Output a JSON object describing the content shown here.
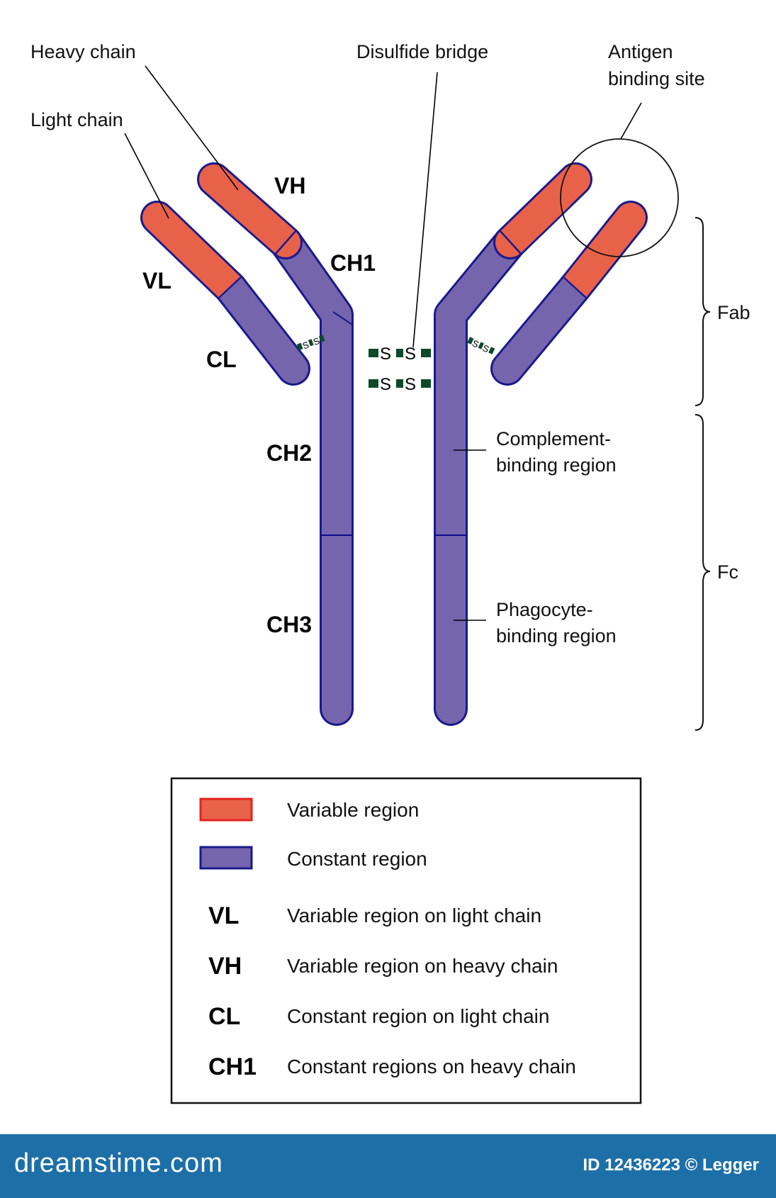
{
  "labels": {
    "heavy_chain": "Heavy chain",
    "light_chain": "Light chain",
    "disulfide_bridge": "Disulfide bridge",
    "antigen_line1": "Antigen",
    "antigen_line2": "binding site",
    "fab": "Fab",
    "fc": "Fc",
    "complement_line1": "Complement-",
    "complement_line2": "binding region",
    "phagocyte_line1": "Phagocyte-",
    "phagocyte_line2": "binding region"
  },
  "segments": {
    "vh": "VH",
    "vl": "VL",
    "ch1": "CH1",
    "cl": "CL",
    "ch2": "CH2",
    "ch3": "CH3"
  },
  "bonds": {
    "sulfur": "S"
  },
  "legend": {
    "items": [
      {
        "text": "Variable region"
      },
      {
        "text": "Constant region"
      },
      {
        "abbr": "VL",
        "text": "Variable region on light chain"
      },
      {
        "abbr": "VH",
        "text": "Variable region on heavy chain"
      },
      {
        "abbr": "CL",
        "text": "Constant region on light chain"
      },
      {
        "abbr": "CH1",
        "text": "Constant regions on heavy chain"
      }
    ]
  },
  "footer": {
    "brand": "dreamstime.com",
    "id_text": "ID 12436223 © Legger"
  },
  "colors": {
    "variable": "#e8624a",
    "variable_stroke": "#e3231f",
    "constant": "#7565ad",
    "constant_stroke": "#1a1a8c",
    "bond": "#0e4a2a",
    "footer_bg": "#1d6fa8"
  }
}
